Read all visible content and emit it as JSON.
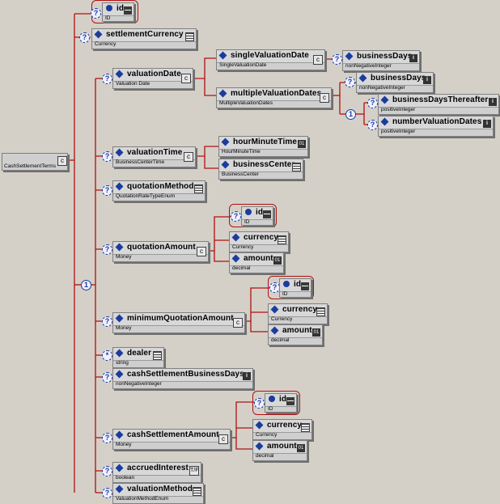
{
  "root": {
    "label": "CashSettlementTerms"
  },
  "nodes": {
    "id_top": {
      "name": "id",
      "type": "ID"
    },
    "settlementCurrency": {
      "name": "settlementCurrency",
      "type": "Currency"
    },
    "valuationDate": {
      "name": "valuationDate",
      "type": "Valuation Date"
    },
    "singleValuationDate": {
      "name": "singleValuationDate",
      "type": "SingleValuationDate"
    },
    "businessDays_1": {
      "name": "businessDays",
      "type": "nonNegativeInteger"
    },
    "multipleValuationDates": {
      "name": "multipleValuationDates",
      "type": "MultipleValuationDates"
    },
    "businessDays_2": {
      "name": "businessDays",
      "type": "nonNegativeInteger"
    },
    "businessDaysThereafter": {
      "name": "businessDaysThereafter",
      "type": "positiveInteger"
    },
    "numberValuationDates": {
      "name": "numberValuationDates",
      "type": "positiveInteger"
    },
    "valuationTime": {
      "name": "valuationTime",
      "type": "BusinessCenterTime"
    },
    "hourMinuteTime": {
      "name": "hourMinuteTime",
      "type": "HourMinuteTime"
    },
    "businessCenter": {
      "name": "businessCenter",
      "type": "BusinessCenter"
    },
    "quotationMethod": {
      "name": "quotationMethod",
      "type": "QuotationRateTypeEnum"
    },
    "quotationAmount": {
      "name": "quotationAmount",
      "type": "Money"
    },
    "qa_id": {
      "name": "id",
      "type": "ID"
    },
    "qa_currency": {
      "name": "currency",
      "type": "Currency"
    },
    "qa_amount": {
      "name": "amount",
      "type": "decimal"
    },
    "minimumQuotationAmount": {
      "name": "minimumQuotationAmount",
      "type": "Money"
    },
    "mqa_id": {
      "name": "id",
      "type": "ID"
    },
    "mqa_currency": {
      "name": "currency",
      "type": "Currency"
    },
    "mqa_amount": {
      "name": "amount",
      "type": "decimal"
    },
    "dealer": {
      "name": "dealer",
      "type": "string"
    },
    "cashSettlementBusinessDays": {
      "name": "cashSettlementBusinessDays",
      "type": "nonNegativeInteger"
    },
    "cashSettlementAmount": {
      "name": "cashSettlementAmount",
      "type": "Money"
    },
    "csa_id": {
      "name": "id",
      "type": "ID"
    },
    "csa_currency": {
      "name": "currency",
      "type": "Currency"
    },
    "csa_amount": {
      "name": "amount",
      "type": "decimal"
    },
    "accruedInterest": {
      "name": "accruedInterest",
      "type": "boolean"
    },
    "valuationMethod": {
      "name": "valuationMethod",
      "type": "ValuationMethodEnum"
    }
  },
  "symbols": {
    "optional": "?",
    "one": "1",
    "many": "*",
    "compositor": "c",
    "info_icon": "i",
    "num_icon": "01",
    "bool_icon": "T/F"
  },
  "colors": {
    "background": "#d4d0c8",
    "node": "#cfcfcf",
    "marker": "#1c3c9c",
    "connector": "#b01010"
  }
}
